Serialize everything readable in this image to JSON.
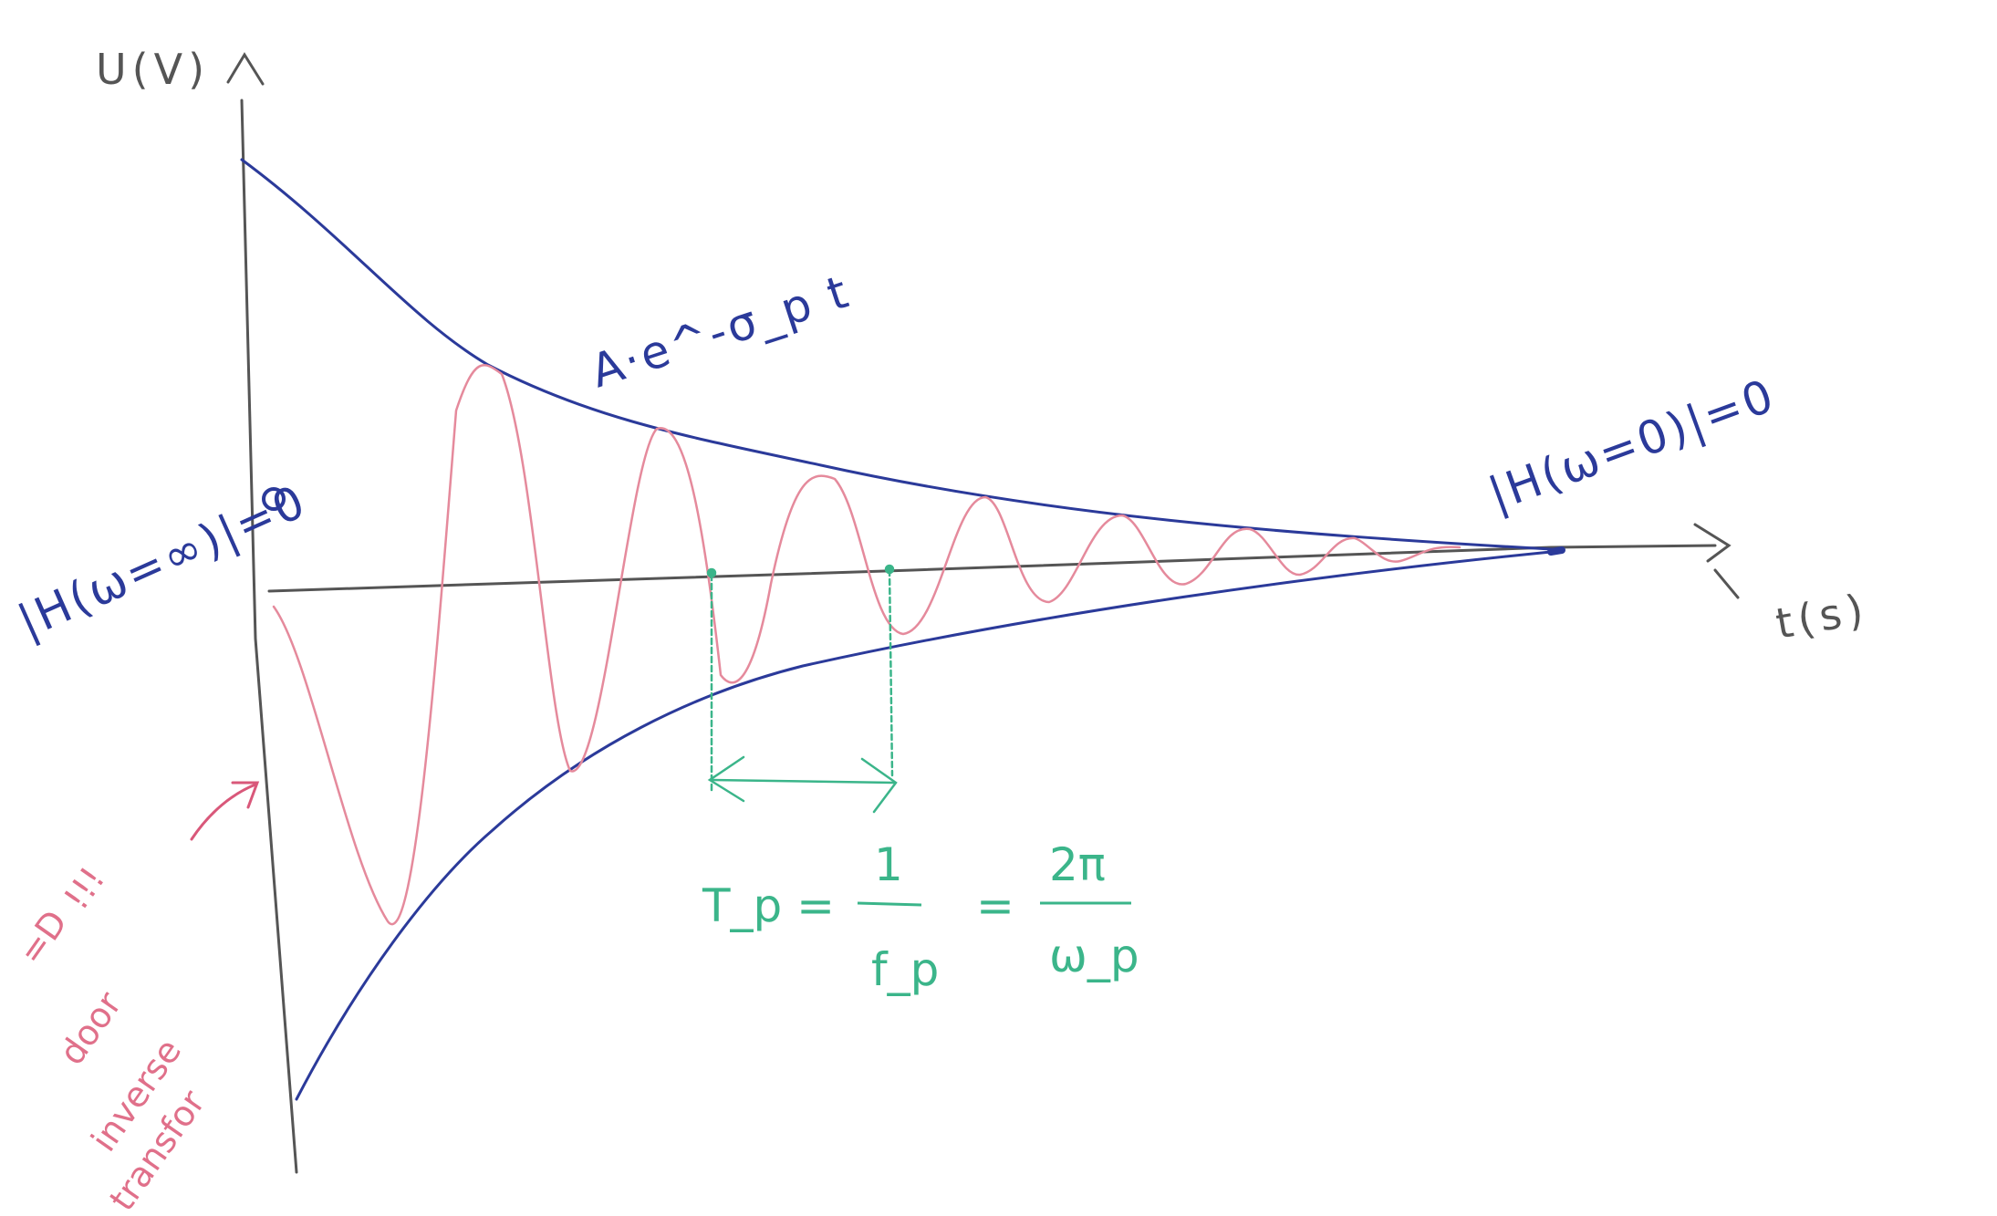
{
  "axes": {
    "y_label": "U(V)",
    "x_label": "t(s)"
  },
  "annotations": {
    "envelope": "A·e^-σ_p t",
    "start_condition": "|H(ω=∞)|=0",
    "end_condition": "|H(ω=0)|=0",
    "period_lhs": "T_p =",
    "period_mid_num": "1",
    "period_mid_den": "f_p",
    "period_eq2": "=",
    "period_rhs_num": "2π",
    "period_rhs_den": "ω_p",
    "side_note_1": "!!!",
    "side_note_2": "=D",
    "side_note_3": "door",
    "side_note_4": "inverse",
    "side_note_5": "transfor"
  },
  "colors": {
    "pencil": "#555555",
    "envelope": "#2b3a9a",
    "signal": "#e58a9c",
    "period": "#3bb58a",
    "note": "#d9587a"
  }
}
